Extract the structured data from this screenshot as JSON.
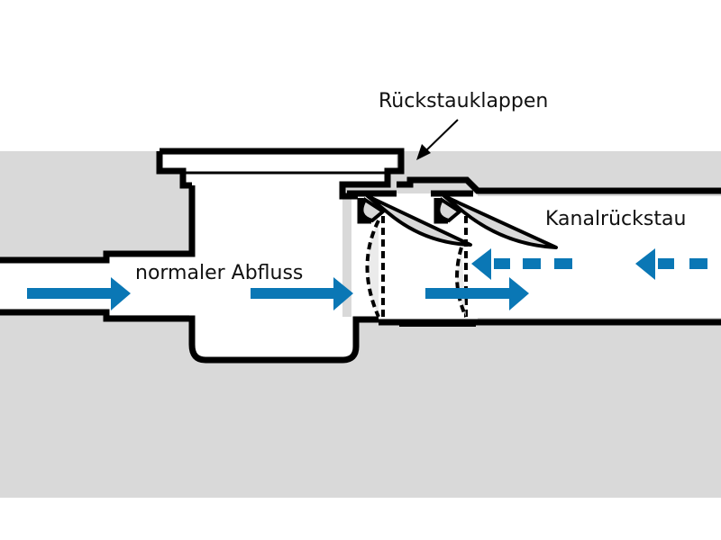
{
  "diagram": {
    "title_label": "Rückstauklappen",
    "normal_flow_label": "normaler Abfluss",
    "backflow_label": "Kanalrückstau",
    "colors": {
      "ground": "#d9d9d9",
      "outline": "#000000",
      "flow_arrow": "#0a77b5",
      "flap_fill": "#d9d9d9",
      "pipe_interior": "#ffffff"
    },
    "arrows": [
      {
        "id": "normal-flow-1",
        "direction": "right",
        "style": "solid"
      },
      {
        "id": "normal-flow-2",
        "direction": "right",
        "style": "solid"
      },
      {
        "id": "normal-flow-3",
        "direction": "right",
        "style": "solid"
      },
      {
        "id": "backflow-1",
        "direction": "left",
        "style": "dashed"
      },
      {
        "id": "backflow-2",
        "direction": "left",
        "style": "dashed"
      }
    ],
    "flaps": [
      {
        "id": "flap-1",
        "state_shown": [
          "closed (dashed)",
          "open (solid)"
        ]
      },
      {
        "id": "flap-2",
        "state_shown": [
          "closed (dashed)",
          "open (solid)"
        ]
      }
    ]
  }
}
